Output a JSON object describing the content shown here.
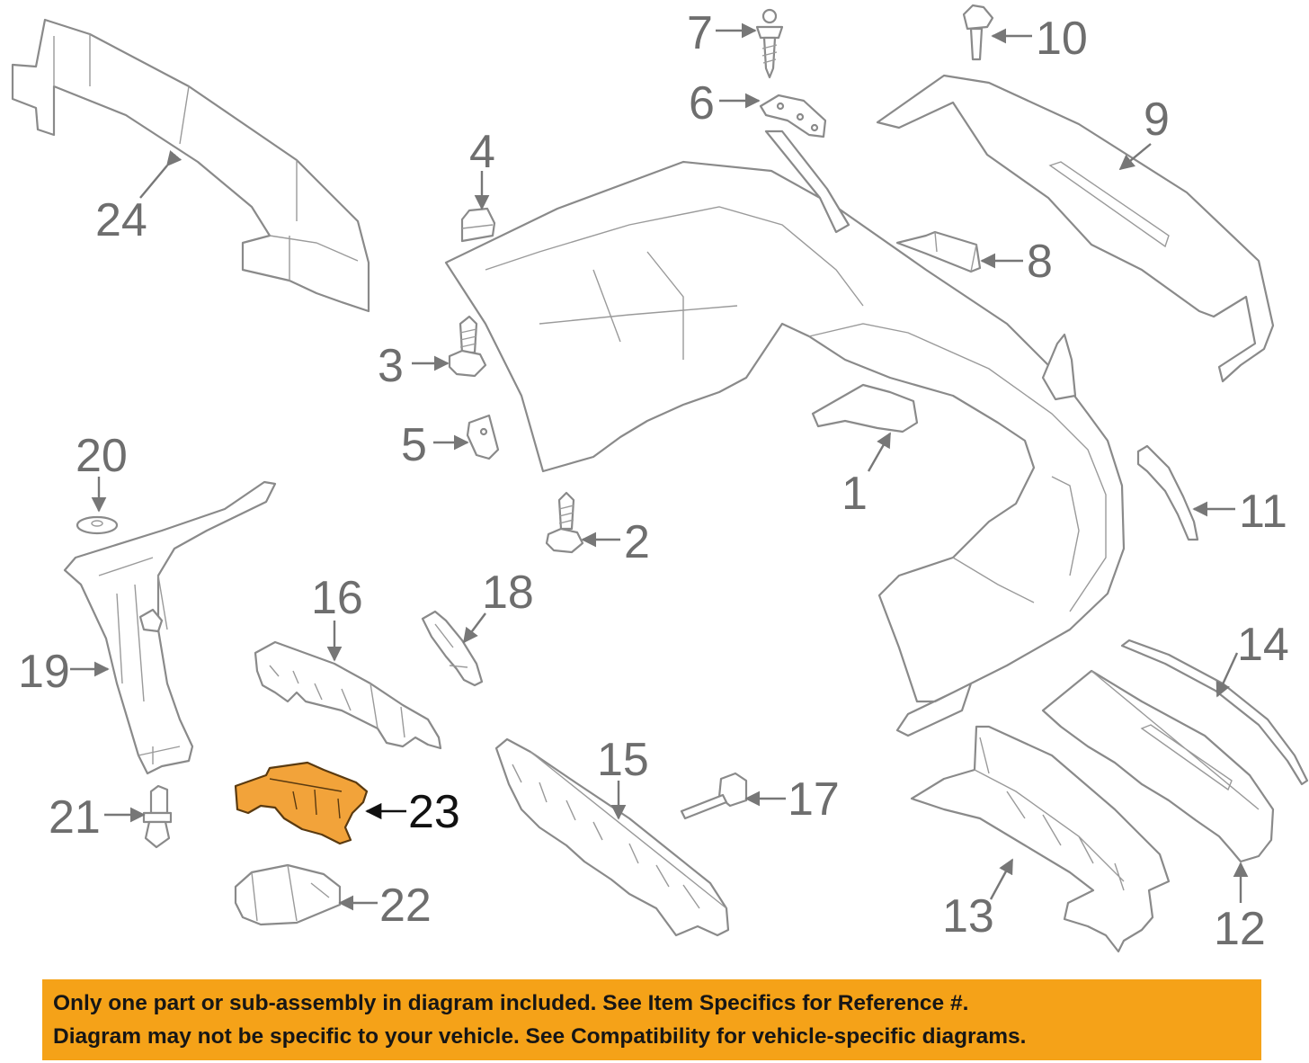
{
  "callouts": {
    "c1": "1",
    "c2": "2",
    "c3": "3",
    "c4": "4",
    "c5": "5",
    "c6": "6",
    "c7": "7",
    "c8": "8",
    "c9": "9",
    "c10": "10",
    "c11": "11",
    "c12": "12",
    "c13": "13",
    "c14": "14",
    "c15": "15",
    "c16": "16",
    "c17": "17",
    "c18": "18",
    "c19": "19",
    "c20": "20",
    "c21": "21",
    "c22": "22",
    "c23": "23",
    "c24": "24"
  },
  "highlighted_part": "23",
  "colors": {
    "highlight": "#f2a33a",
    "banner": "#f5a218",
    "linework": "#8a8a8a"
  },
  "notice": {
    "line1": "Only one part or sub-assembly in diagram included. See Item Specifics for Reference #.",
    "line2": "Diagram may not be specific to your vehicle. See Compatibility for vehicle-specific diagrams."
  }
}
